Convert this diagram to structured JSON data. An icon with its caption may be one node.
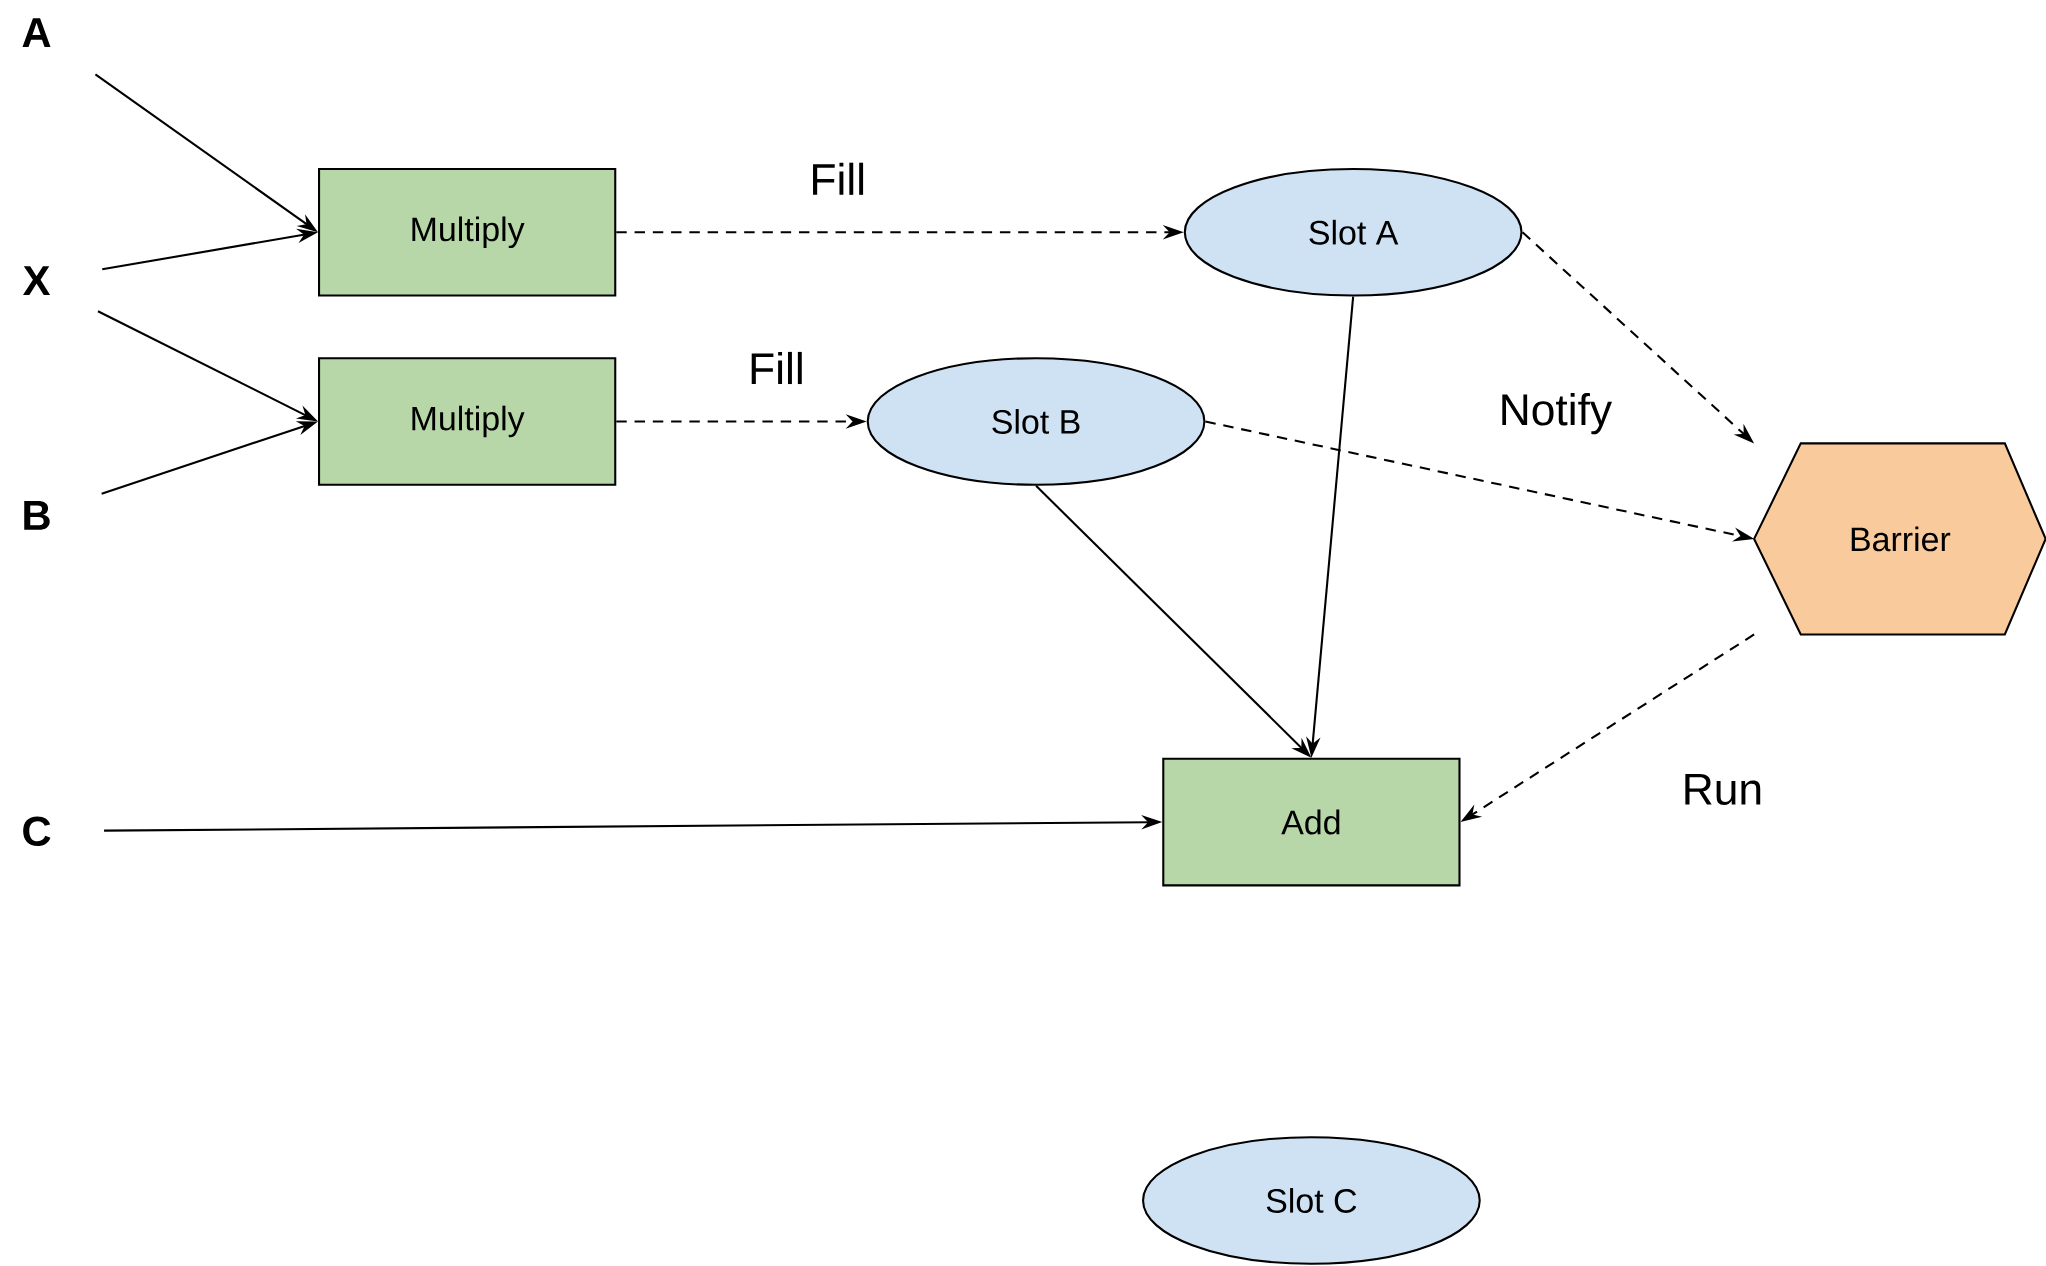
{
  "diagram": {
    "nodes": [
      {
        "text": [
          "A"
        ]
      },
      {
        "text": [
          "X"
        ]
      },
      {
        "text": [
          "B"
        ]
      },
      {
        "text": [
          "C"
        ]
      },
      {
        "text": [
          "Multiply"
        ]
      },
      {
        "text": [
          "Multiply"
        ]
      },
      {
        "text": [
          "Slot A"
        ]
      },
      {
        "text": [
          "Slot B"
        ]
      },
      {
        "text": [
          "Barrier"
        ]
      },
      {
        "text": [
          "Add"
        ]
      },
      {
        "text": [
          "Slot C"
        ]
      }
    ],
    "edges": [
      {
        "from": 0,
        "to": 4,
        "arrow": "to"
      },
      {
        "from": 1,
        "to": 4,
        "arrow": "to"
      },
      {
        "from": 1,
        "to": 5,
        "arrow": "to"
      },
      {
        "from": 2,
        "to": 5,
        "arrow": "to"
      },
      {
        "from": 4,
        "to": 6,
        "arrow": "to",
        "style": "dashed",
        "label": "Fill"
      },
      {
        "from": 5,
        "to": 7,
        "arrow": "to",
        "style": "dashed",
        "label": "Fill"
      },
      {
        "from": 6,
        "to": 8,
        "arrow": "to",
        "style": "dashed"
      },
      {
        "from": 7,
        "to": 8,
        "arrow": "to",
        "style": "dashed",
        "label": "Notify"
      },
      {
        "from": 6,
        "to": 9,
        "arrow": "to"
      },
      {
        "from": 7,
        "to": 9,
        "arrow": "to"
      },
      {
        "from": 8,
        "to": 9,
        "arrow": "to",
        "style": "dashed",
        "label": "Run"
      },
      {
        "from": 3,
        "to": 9,
        "arrow": "to"
      }
    ]
  }
}
